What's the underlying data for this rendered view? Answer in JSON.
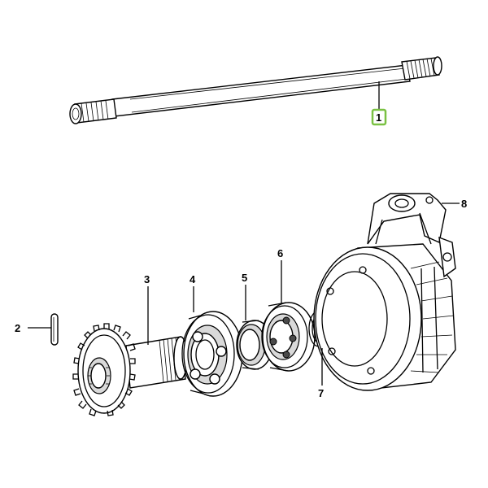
{
  "diagram": {
    "callouts": [
      {
        "id": "1",
        "text": "1",
        "highlighted": true
      },
      {
        "id": "2",
        "text": "2"
      },
      {
        "id": "3",
        "text": "3"
      },
      {
        "id": "4",
        "text": "4"
      },
      {
        "id": "5",
        "text": "5"
      },
      {
        "id": "6",
        "text": "6"
      },
      {
        "id": "7",
        "text": "7"
      },
      {
        "id": "8",
        "text": "8"
      }
    ],
    "colors": {
      "line": "#000000",
      "background": "#ffffff",
      "highlight": "#7ac143"
    }
  }
}
